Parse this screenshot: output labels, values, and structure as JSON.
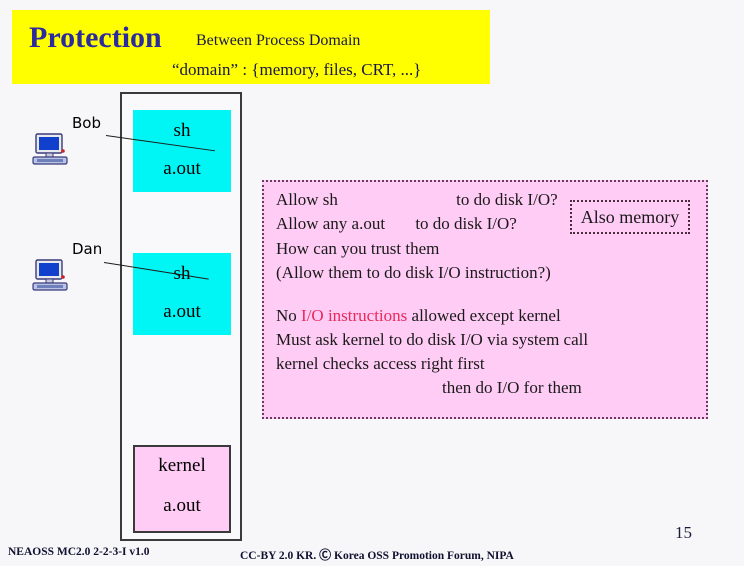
{
  "slide": {
    "title": "Protection",
    "subtitle_line1": "Between Process Domain",
    "subtitle_line2": "“domain” :   {memory, files,  CRT, ...}",
    "page_number": "15"
  },
  "colors": {
    "title_bar_background": "#FFFF00",
    "title_text": "#2B2B9E",
    "process_block": "#00F5F5",
    "kernel_block": "#FFCCF5",
    "panel_background": "#FFCCF5",
    "highlight_red": "#E8295A",
    "slide_background": "#F7F7FA"
  },
  "memory_column": {
    "blocks": [
      {
        "name": "bob-process",
        "line1": "sh",
        "line2": "a.out",
        "kind": "process"
      },
      {
        "name": "dan-process",
        "line1": "sh",
        "line2": "a.out",
        "kind": "process"
      },
      {
        "name": "kernel",
        "line1": "kernel",
        "line2": "a.out",
        "kind": "kernel"
      }
    ]
  },
  "users": [
    {
      "name": "Bob",
      "icon": "computer-icon"
    },
    {
      "name": "Dan",
      "icon": "computer-icon"
    }
  ],
  "explanation": {
    "lines": [
      {
        "id": "l1",
        "text_a": "Allow  sh",
        "text_b": "to do disk I/O?"
      },
      {
        "id": "l2",
        "text_a": "Allow any a.out",
        "text_b": "to do disk I/O?"
      },
      {
        "id": "l3",
        "text": "How can you trust them"
      },
      {
        "id": "l4",
        "text": "(Allow them to do disk I/O instruction?)"
      },
      {
        "id": "l5_pre",
        "text": "No "
      },
      {
        "id": "l5_red",
        "text": "I/O instructions"
      },
      {
        "id": "l5_post",
        "text": " allowed except kernel"
      },
      {
        "id": "l6",
        "text": "Must ask kernel to do disk I/O via system call"
      },
      {
        "id": "l7",
        "text": "kernel checks access right first"
      },
      {
        "id": "l8",
        "text": "then do I/O for them"
      }
    ],
    "callout": "Also memory"
  },
  "footer": {
    "left": "NEAOSS MC2.0 2-2-3-I v1.0",
    "center_prefix": "CC-BY 2.0 KR. ",
    "center_mark": "Ⓒ",
    "center_suffix": " Korea OSS Promotion Forum, NIPA"
  }
}
